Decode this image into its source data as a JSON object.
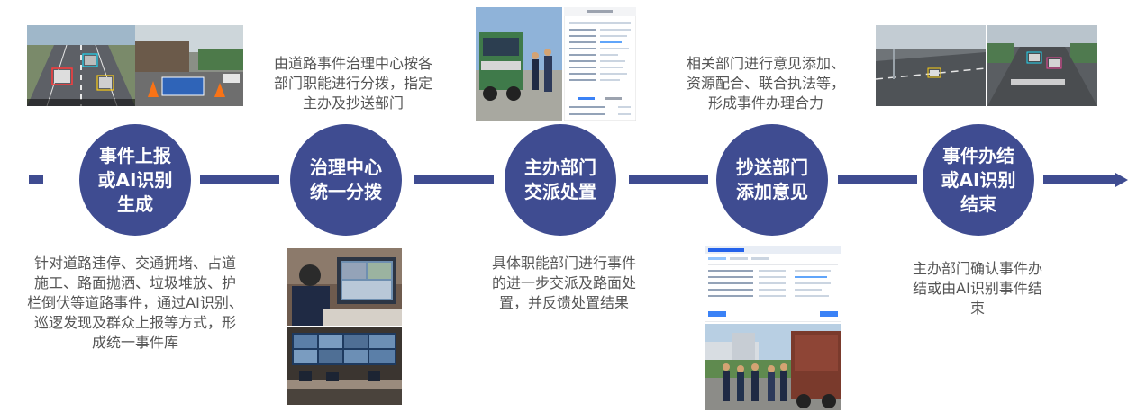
{
  "steps": [
    {
      "lines": [
        "事件上报",
        "或AI识别",
        "生成"
      ]
    },
    {
      "lines": [
        "治理中心",
        "统一分拨"
      ]
    },
    {
      "lines": [
        "主办部门",
        "交派处置"
      ]
    },
    {
      "lines": [
        "抄送部门",
        "添加意见"
      ]
    },
    {
      "lines": [
        "事件办结",
        "或AI识别",
        "结束"
      ]
    }
  ],
  "descriptions": {
    "step1": [
      "针对道路违停、交通拥堵、占道",
      "施工、路面抛洒、垃圾堆放、护",
      "栏倒伏等道路事件，通过AI识别、",
      "巡逻发现及群众上报等方式，形",
      "成统一事件库"
    ],
    "step2": [
      "由道路事件治理中心按各",
      "部门职能进行分拨，指定",
      "主办及抄送部门"
    ],
    "step3": [
      "具体职能部门进行事件",
      "的进一步交派及路面处",
      "置，并反馈处置结果"
    ],
    "step4": [
      "相关部门进行意见添加、",
      "资源配合、联合执法等，",
      "形成事件办理合力"
    ],
    "step5": [
      "主办部门确认事件办",
      "结或由AI识别事件结",
      "束"
    ]
  },
  "colors": {
    "primary": "#3f4c91",
    "text": "#555555"
  },
  "icons": [
    "flow-arrow-icon"
  ]
}
